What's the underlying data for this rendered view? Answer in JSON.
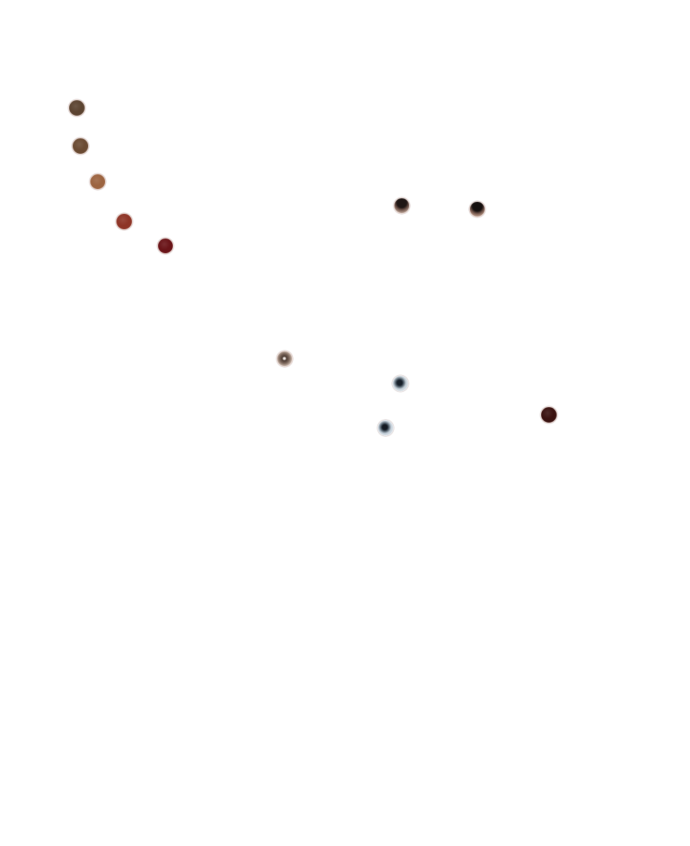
{
  "canvas": {
    "background": "#ffffff"
  },
  "dots": [
    {
      "id": "swatch-1",
      "kind": "solid",
      "color": "#5b4330"
    },
    {
      "id": "swatch-2",
      "kind": "solid",
      "color": "#6a4a32"
    },
    {
      "id": "swatch-3",
      "kind": "solid",
      "color": "#9c6440"
    },
    {
      "id": "swatch-4",
      "kind": "solid",
      "color": "#8e3426"
    },
    {
      "id": "swatch-5",
      "kind": "solid",
      "color": "#6a1418"
    },
    {
      "id": "iris-1",
      "kind": "eye-brown",
      "color": "#1f1614",
      "rim": "#a0877a"
    },
    {
      "id": "iris-2",
      "kind": "eye-brown",
      "color": "#150f0e",
      "rim": "#a58474"
    },
    {
      "id": "iris-3",
      "kind": "eye-hazel",
      "color": "#4b3a31",
      "rim": "#c9b7ab"
    },
    {
      "id": "iris-4",
      "kind": "eye-blue",
      "color": "#17202a",
      "rim": "#c7d2da"
    },
    {
      "id": "iris-5",
      "kind": "eye-blue",
      "color": "#141a22",
      "rim": "#c6d1db"
    },
    {
      "id": "swatch-6",
      "kind": "solid",
      "color": "#3a1210"
    }
  ]
}
